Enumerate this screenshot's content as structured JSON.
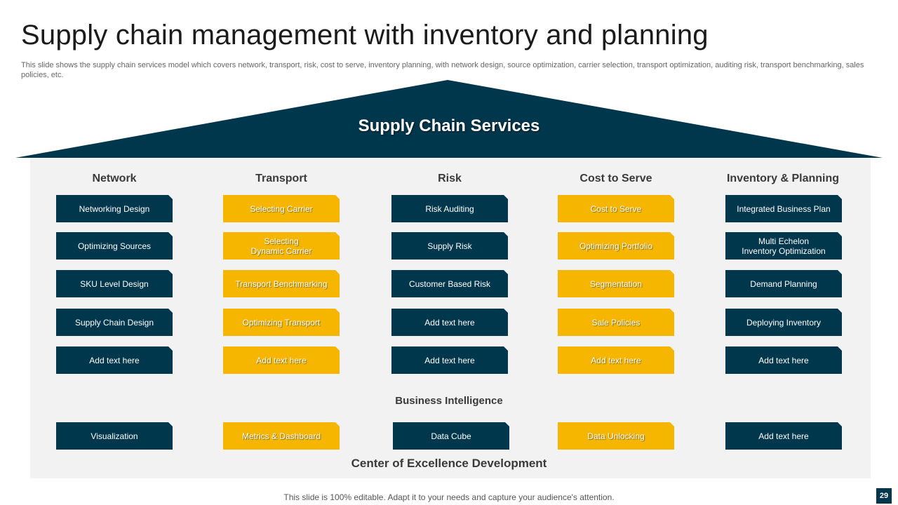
{
  "slide": {
    "title": "Supply chain management with inventory and planning",
    "subtitle": "This slide shows the supply chain services model which covers network, transport, risk, cost to serve, inventory planning, with network design, source optimization, carrier selection, transport optimization, auditing risk, transport benchmarking, sales policies, etc.",
    "roof_label": "Supply Chain Services",
    "columns": [
      {
        "header": "Network",
        "items": [
          "Networking Design",
          "Optimizing Sources",
          "SKU Level Design",
          "Supply Chain Design",
          "Add text here"
        ]
      },
      {
        "header": "Transport",
        "items": [
          "Selecting Carrier",
          "Selecting\nDynamic Carrier",
          "Transport Benchmarking",
          "Optimizing Transport",
          "Add text here"
        ]
      },
      {
        "header": "Risk",
        "items": [
          "Risk Auditing",
          "Supply Risk",
          "Customer Based Risk",
          "Add text here",
          "Add text here"
        ]
      },
      {
        "header": "Cost to Serve",
        "items": [
          "Cost to Serve",
          "Optimizing Portfolio",
          "Segmentation",
          "Sale Policies",
          "Add text here"
        ]
      },
      {
        "header": "Inventory & Planning",
        "items": [
          "Integrated Business Plan",
          "Multi Echelon\nInventory Optimization",
          "Demand Planning",
          "Deploying Inventory",
          "Add text here"
        ]
      }
    ],
    "business_intelligence_label": "Business Intelligence",
    "bi_items": [
      "Visualization",
      "Metrics & Dashboard",
      "Data Cube",
      "Data Unlocking",
      "Add text here"
    ],
    "coe_label": "Center of Excellence Development",
    "footer": "This slide is 100% editable. Adapt it to your needs and capture your audience's attention.",
    "page_number": "29",
    "colors": {
      "navy": "#01374d",
      "gold": "#f6b600",
      "panel": "#f2f2f2"
    }
  }
}
